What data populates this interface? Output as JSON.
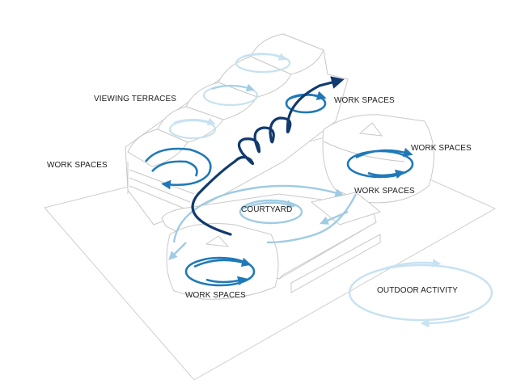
{
  "labels": {
    "viewing_terraces": "VIEWING TERRACES",
    "work_spaces_top": "WORK SPACES",
    "work_spaces_left": "WORK SPACES",
    "work_spaces_right": "WORK SPACES",
    "work_spaces_right_lower": "WORK SPACES",
    "courtyard": "COURTYARD",
    "work_spaces_bottom": "WORK SPACES",
    "outdoor_activity": "OUTDOOR ACTIVITY"
  },
  "colors": {
    "dark_blue": "#123a6e",
    "mid_blue": "#1f79b8",
    "light_blue": "#a9d2e8",
    "pale_blue": "#c7e2f1",
    "outline": "#c9c9c9",
    "background": "#ffffff"
  },
  "icons": {
    "circulation_loop": "circular-arrow-icon",
    "movement_path": "wavy-arrow-icon"
  }
}
